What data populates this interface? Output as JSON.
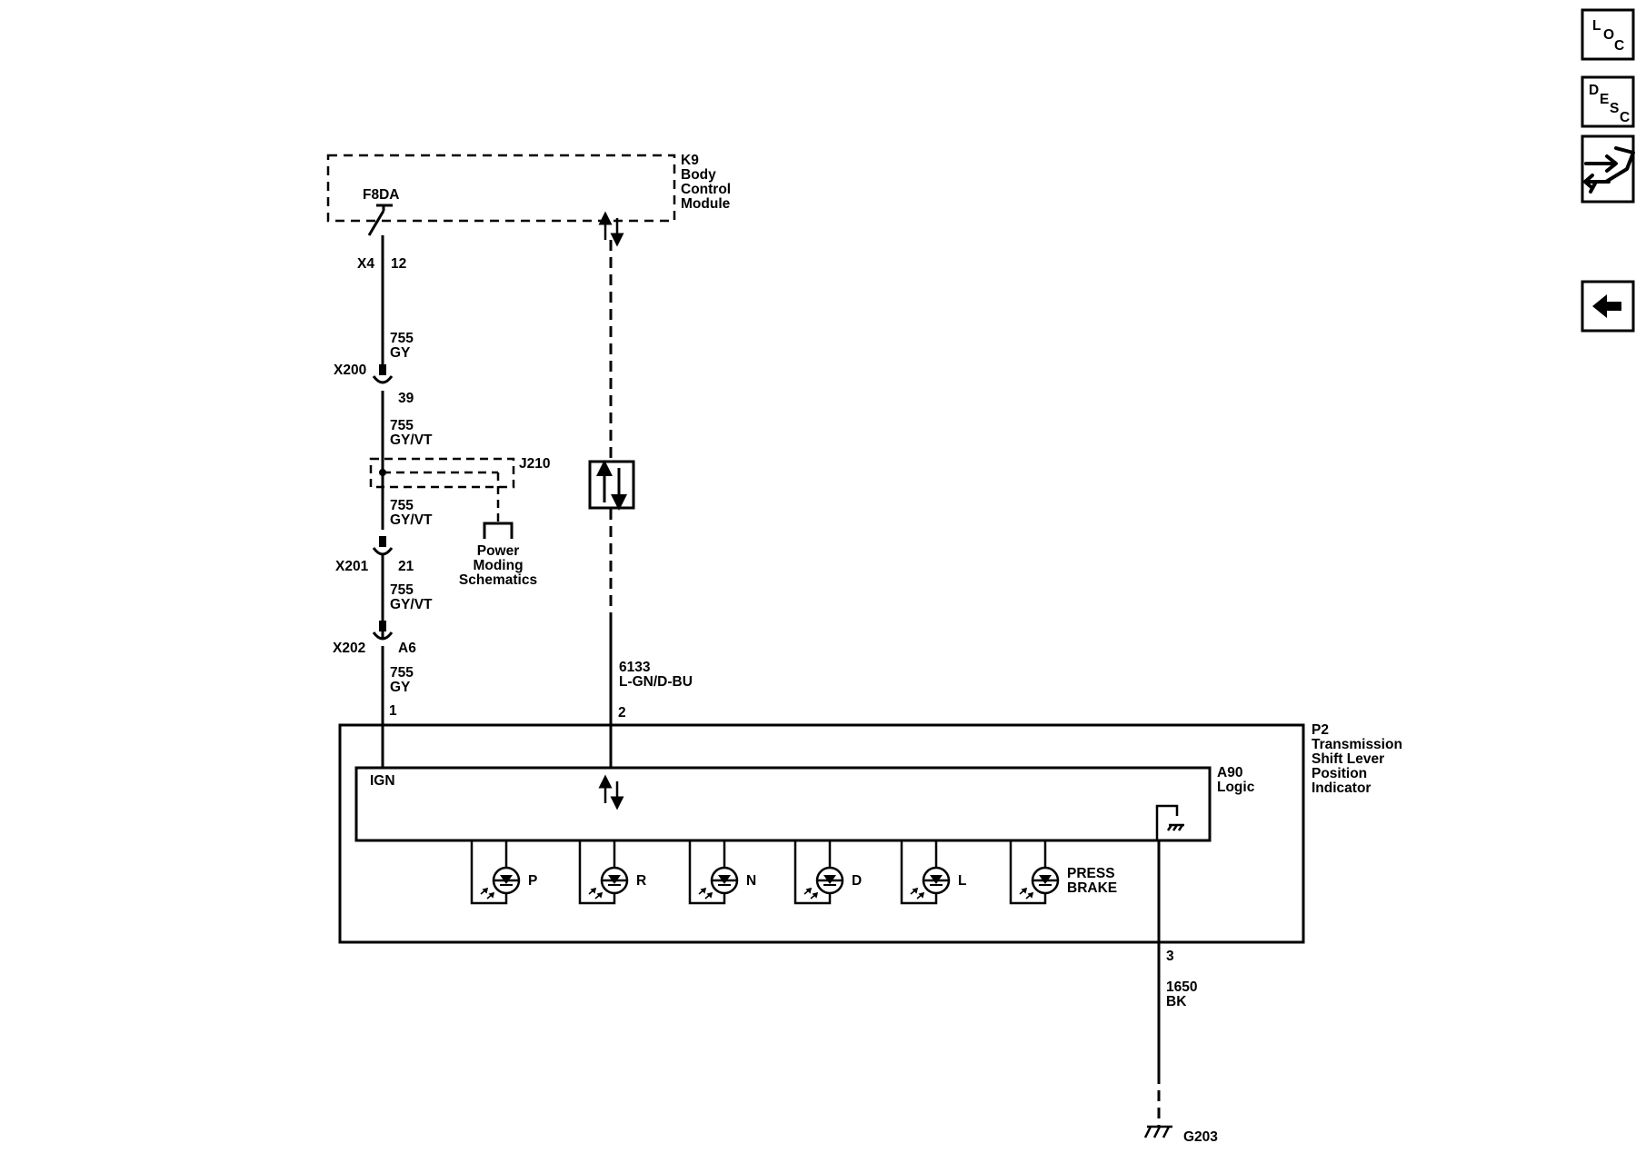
{
  "nav": {
    "loc": {
      "l1": "L",
      "l2": "O",
      "l3": "C"
    },
    "desc": {
      "l1": "D",
      "l2": "E",
      "l3": "S",
      "l4": "C"
    }
  },
  "bcm": {
    "ref": "K9",
    "name_lines": [
      "Body",
      "Control",
      "Module"
    ],
    "fuse": "F8DA",
    "connector": "X4",
    "pin": "12"
  },
  "wire_power": [
    {
      "circuit": "755",
      "color": "GY"
    },
    {
      "circuit": "755",
      "color": "GY/VT"
    },
    {
      "circuit": "755",
      "color": "GY/VT"
    },
    {
      "circuit": "755",
      "color": "GY/VT"
    },
    {
      "circuit": "755",
      "color": "GY"
    }
  ],
  "connectors": [
    {
      "name": "X200",
      "pin": "39"
    },
    {
      "name": "X201",
      "pin": "21"
    },
    {
      "name": "X202",
      "pin": "A6"
    }
  ],
  "splice": {
    "ref": "J210",
    "link_lines": [
      "Power",
      "Moding",
      "Schematics"
    ]
  },
  "wire_data": {
    "circuit": "6133",
    "color": "L-GN/D-BU"
  },
  "indicator": {
    "ref": "P2",
    "name_lines": [
      "Transmission",
      "Shift Lever",
      "Position",
      "Indicator"
    ],
    "pin_ign": "1",
    "pin_data": "2",
    "pin_gnd": "3"
  },
  "logic": {
    "ref": "A90",
    "name": "Logic",
    "ign_label": "IGN"
  },
  "leds": [
    {
      "lines": [
        "P"
      ]
    },
    {
      "lines": [
        "R"
      ]
    },
    {
      "lines": [
        "N"
      ]
    },
    {
      "lines": [
        "D"
      ]
    },
    {
      "lines": [
        "L"
      ]
    },
    {
      "lines": [
        "PRESS",
        "BRAKE"
      ]
    }
  ],
  "wire_ground": {
    "circuit": "1650",
    "color": "BK"
  },
  "ground": {
    "ref": "G203"
  }
}
